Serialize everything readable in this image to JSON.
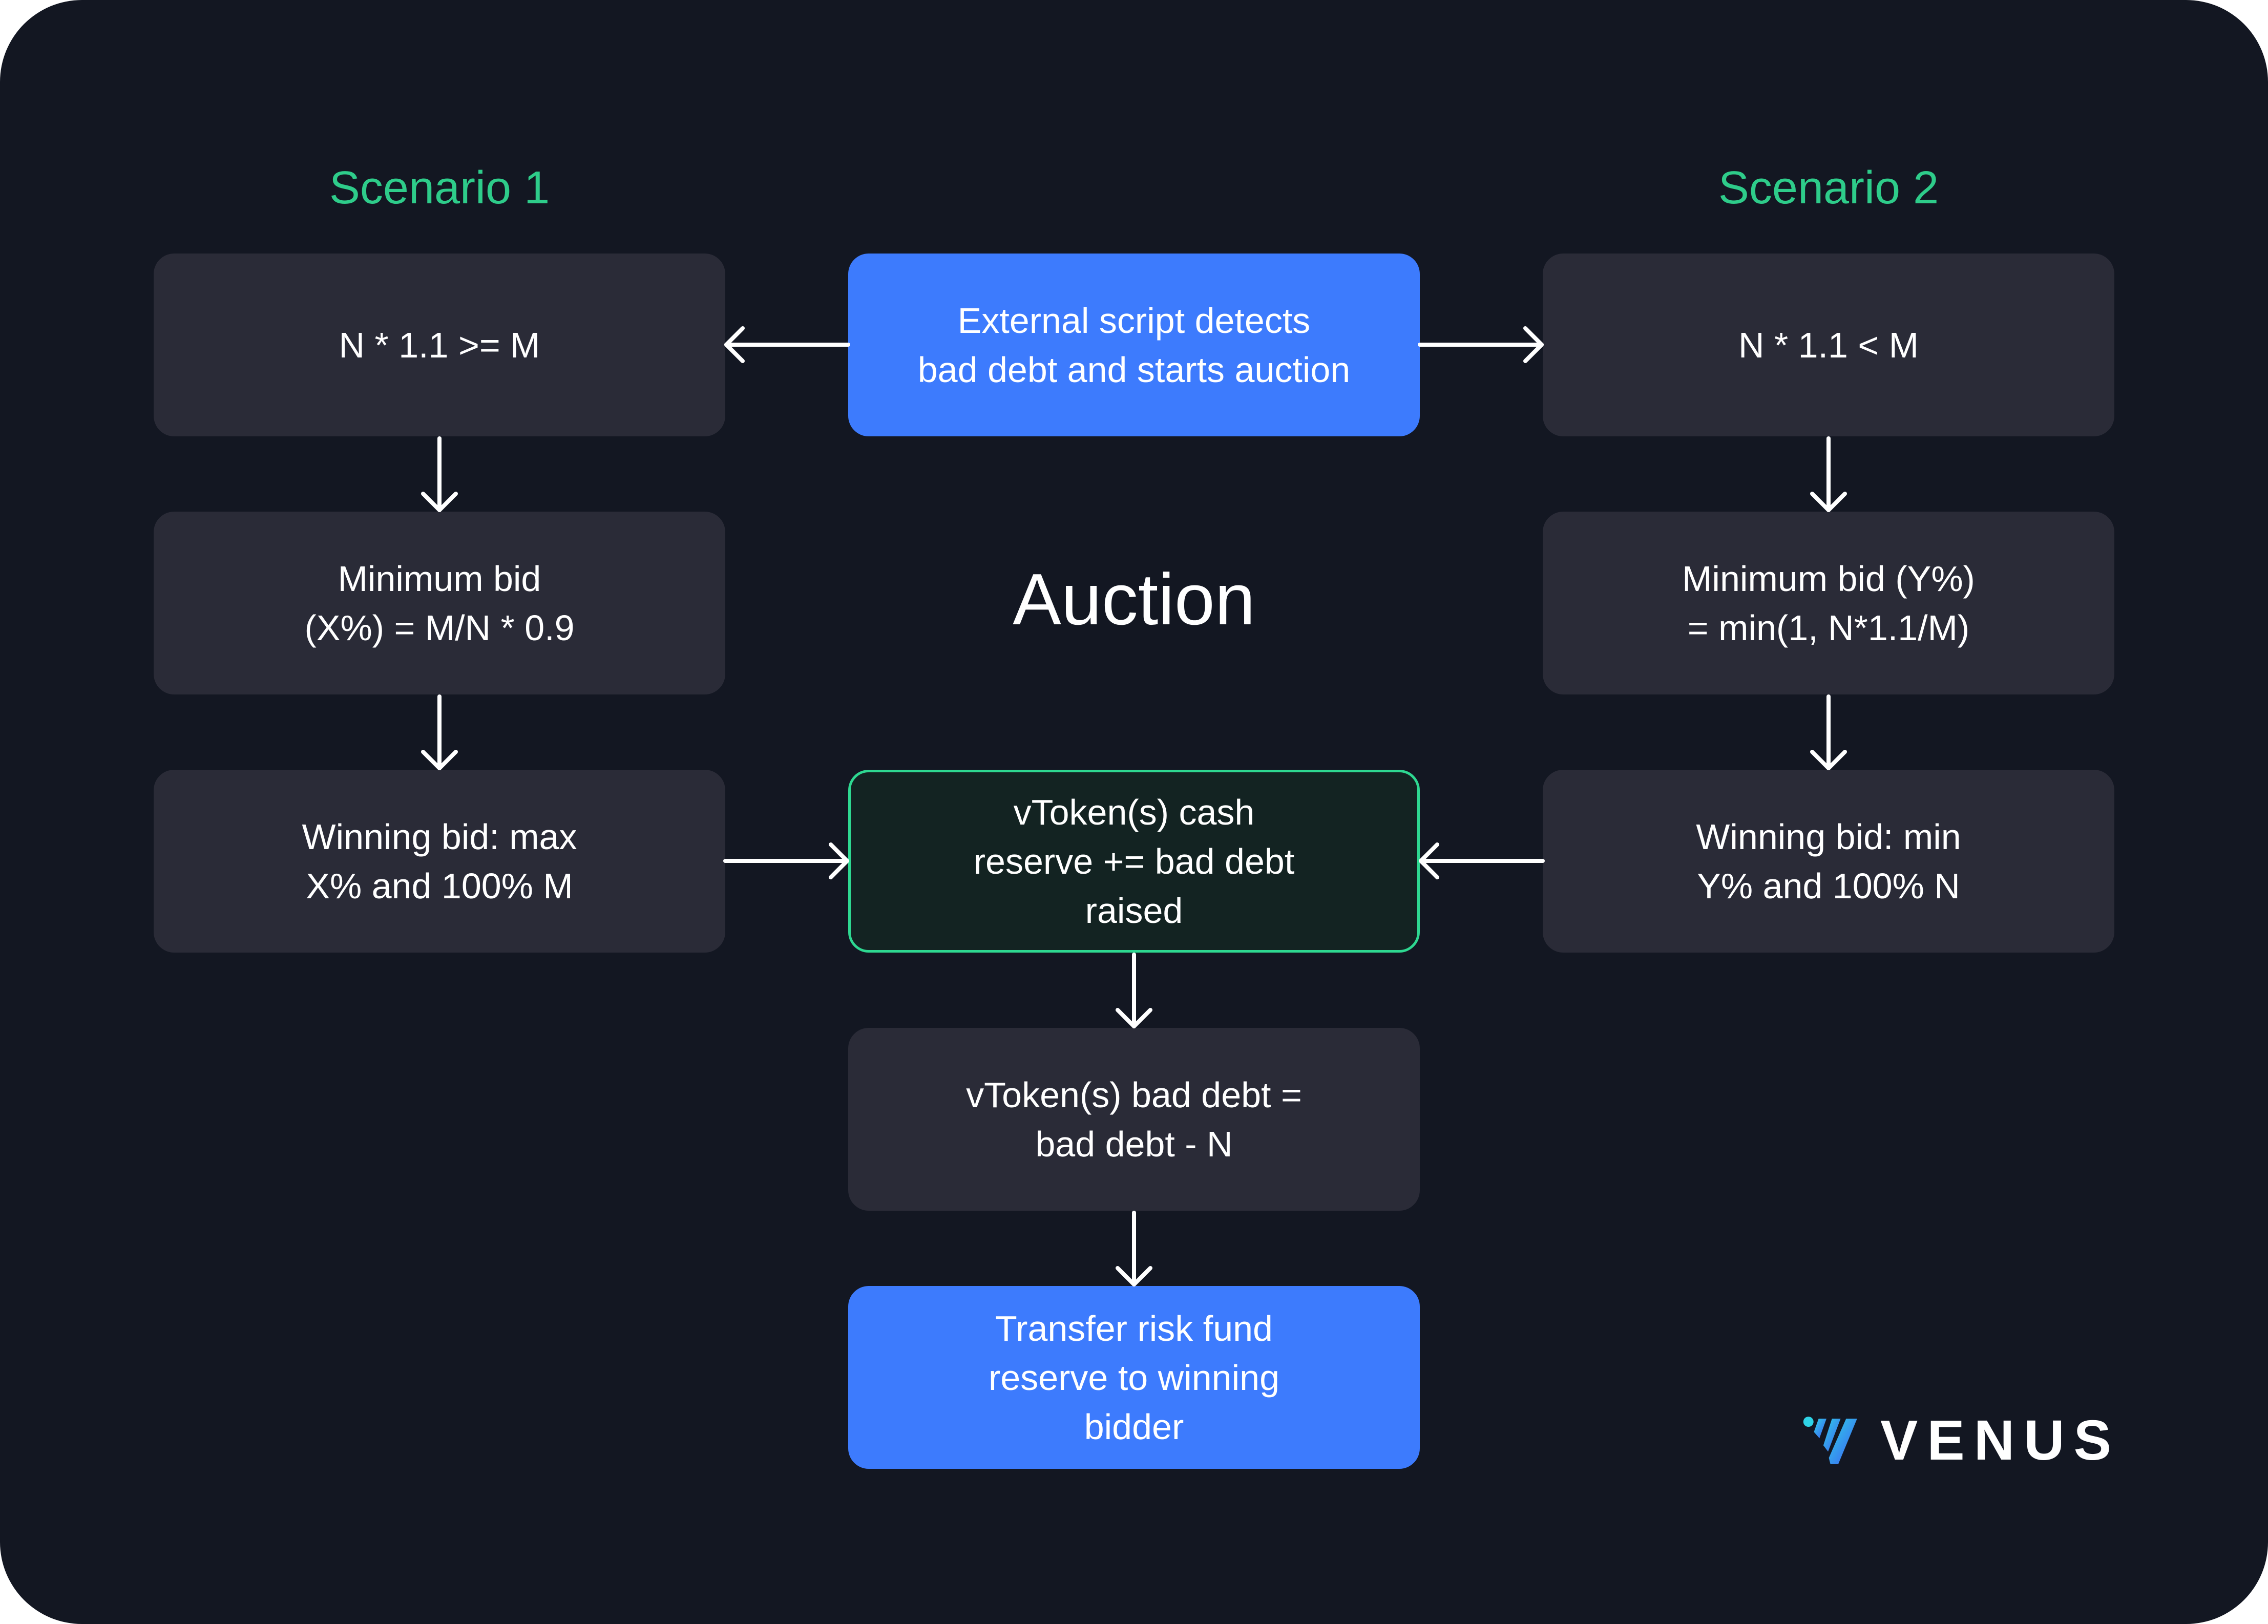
{
  "scenario1": {
    "title": "Scenario 1"
  },
  "scenario2": {
    "title": "Scenario 2"
  },
  "center_title": "Auction",
  "nodes": {
    "start": "External script detects\nbad debt and starts auction",
    "s1_condition": "N * 1.1 >= M",
    "s1_min_bid": "Minimum bid\n(X%) = M/N * 0.9",
    "s1_winning_bid": "Winning bid: max\nX% and 100% M",
    "s2_condition": "N * 1.1 < M",
    "s2_min_bid": "Minimum bid (Y%)\n= min(1, N*1.1/M)",
    "s2_winning_bid": "Winning bid: min\nY% and 100% N",
    "cash_reserve": "vToken(s) cash\nreserve += bad debt\nraised",
    "bad_debt": "vToken(s) bad debt =\nbad debt - N",
    "transfer": "Transfer risk fund\nreserve to winning\nbidder"
  },
  "logo": {
    "text": "VENUS"
  },
  "colors": {
    "background": "#131722",
    "heading_green": "#2ecc8a",
    "box_dark": "#2a2b37",
    "box_blue": "#3d7bfd",
    "box_highlight_border": "#2ed891",
    "box_highlight_fill": "#132322",
    "text": "#ffffff"
  }
}
